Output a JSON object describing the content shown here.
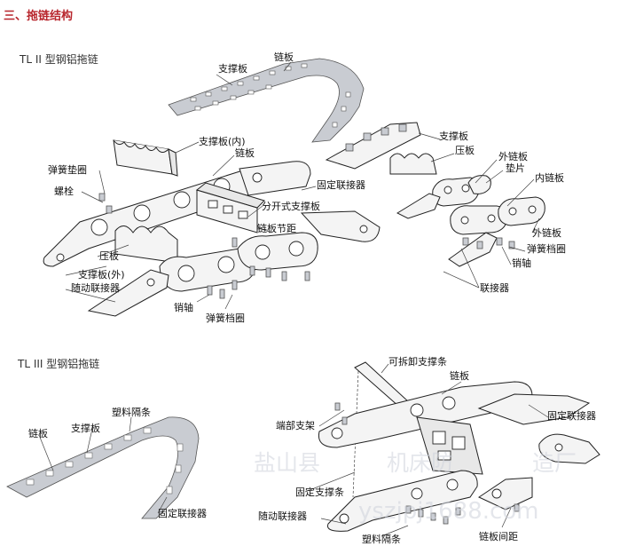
{
  "page": {
    "title": "三、拖链结构",
    "colors": {
      "title": "#b8262d",
      "text": "#111111",
      "line": "#222222",
      "metal": "#c9ccd2",
      "watermark": "#cfd3dc"
    }
  },
  "section1": {
    "subtitle": "TL II 型钢铝拖链",
    "labels": {
      "l1": "链板",
      "l2": "支撑板",
      "l3": "支撑板(内)",
      "l4": "链板",
      "l5": "弹簧垫圈",
      "l6": "螺栓",
      "l7": "固定联接器",
      "l8": "分开式支撑板",
      "l9": "链板节距",
      "l10": "压板",
      "l11": "支撑板(外)",
      "l12": "随动联接器",
      "l13": "销轴",
      "l14": "弹簧档圈",
      "l15": "支撑板",
      "l16": "压板",
      "l17": "外链板",
      "l18": "垫片",
      "l19": "内链板",
      "l20": "外链板",
      "l21": "弹簧档圈",
      "l22": "销轴",
      "l23": "联接器"
    }
  },
  "section2": {
    "subtitle": "TL III 型钢铝拖链",
    "labels": {
      "m1": "塑料隔条",
      "m2": "支撑板",
      "m3": "链板",
      "m4": "固定联接器",
      "m5": "可拆卸支撑条",
      "m6": "链板",
      "m7": "固定联接器",
      "m8": "端部支架",
      "m9": "固定支撑条",
      "m10": "随动联接器",
      "m11": "塑料隔条",
      "m12": "链板间距"
    }
  },
  "watermark": {
    "line1": "盐山县",
    "line1b": "机床防",
    "line1c": "造厂",
    "line2": "yszjpj1688.com"
  }
}
